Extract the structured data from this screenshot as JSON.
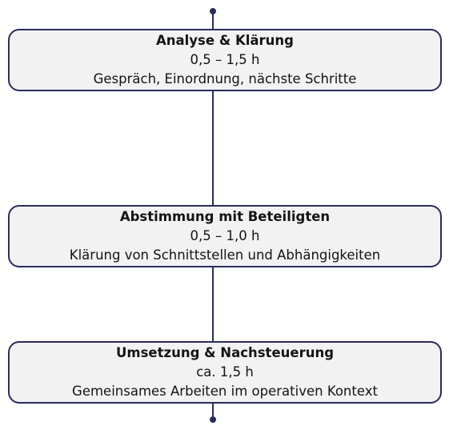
{
  "steps": [
    {
      "title": "Analyse & Klärung",
      "duration": "0,5 – 1,5 h",
      "description": "Gespräch, Einordnung, nächste Schritte"
    },
    {
      "title": "Abstimmung mit Beteiligten",
      "duration": "0,5 – 1,0 h",
      "description": "Klärung von Schnittstellen und Abhängigkeiten"
    },
    {
      "title": "Umsetzung & Nachsteuerung",
      "duration": "ca. 1,5 h",
      "description": "Gemeinsames Arbeiten im operativen Kontext"
    }
  ],
  "colors": {
    "line": "#2b2c5e",
    "box_fill": "#f2f2f2",
    "text": "#141414"
  }
}
